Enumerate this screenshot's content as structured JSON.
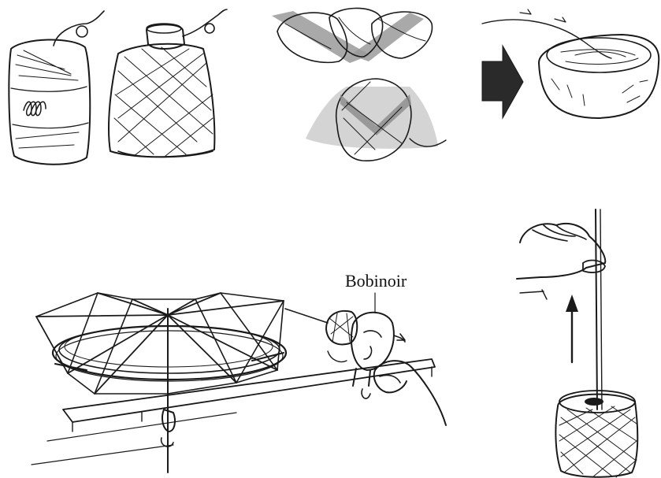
{
  "figure": {
    "labels": {
      "winder": "Bobinoir"
    },
    "panels": [
      {
        "id": "yarn-skein-and-cone"
      },
      {
        "id": "twisted-skein-to-ball"
      },
      {
        "id": "yarn-in-bowl"
      },
      {
        "id": "swift-and-ball-winder"
      },
      {
        "id": "pull-from-center-ball"
      }
    ],
    "colors": {
      "ink": "#1a1a1a",
      "shade": "#9a9a9a",
      "arrow": "#2a2a2a"
    }
  }
}
